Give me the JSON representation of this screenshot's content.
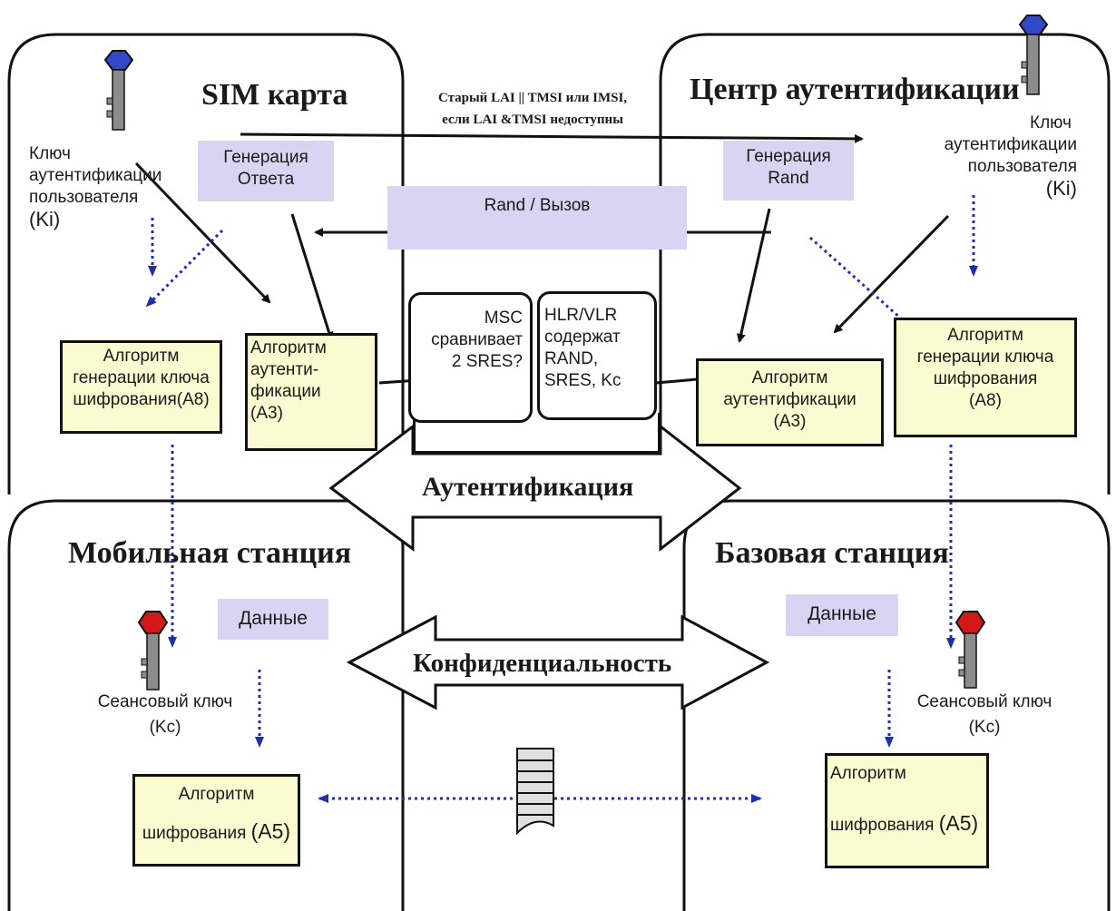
{
  "panes": {
    "sim": "SIM карта",
    "auth_center": "Центр аутентификации",
    "mobile": "Мобильная станция",
    "base": "Базовая станция"
  },
  "top_message": {
    "line1": "Старый LAI || TMSI или IMSI,",
    "line2": "если LAI &TMSI недоступны"
  },
  "sim": {
    "key_label_1": "Ключ",
    "key_label_2": "аутентификации",
    "key_label_3": "пользователя",
    "key_label_4": "(Ki)",
    "gen_response_1": "Генерация",
    "gen_response_2": "Ответа",
    "a8_1": "Алгоритм",
    "a8_2": "генерации ключа",
    "a8_3": "шифрования(A8)",
    "a3_1": "Алгоритм",
    "a3_2": "аутенти-",
    "a3_3": "фикации",
    "a3_4": "(A3)"
  },
  "center": {
    "rand_call": "Rand / Вызов",
    "msc_1": "MSC",
    "msc_2": "сравнивает",
    "msc_3": "2 SRES?",
    "hlr_1": "HLR/VLR",
    "hlr_2": "содержат",
    "hlr_3": "RAND,",
    "hlr_4": "SRES, Kc",
    "authentication": "Аутентификация",
    "confidentiality": "Конфиденциальность"
  },
  "auth_center": {
    "key_label_1": "Ключ",
    "key_label_2": "аутентификации",
    "key_label_3": "пользователя",
    "key_label_4": "(Ki)",
    "gen_rand_1": "Генерация",
    "gen_rand_2": "Rand",
    "a3_1": "Алгоритм",
    "a3_2": "аутентификации",
    "a3_3": "(A3)",
    "a8_1": "Алгоритм",
    "a8_2": "генерации ключа",
    "a8_3": "шифрования",
    "a8_4": "(A8)"
  },
  "mobile": {
    "data": "Данные",
    "session_key_1": "Сеансовый ключ",
    "session_key_2": "(Kc)",
    "a5_1": "Алгоритм",
    "a5_2": "шифрования",
    "a5_3": "(A5)"
  },
  "base": {
    "data": "Данные",
    "session_key_1": "Сеансовый ключ",
    "session_key_2": "(Kc)",
    "a5_1": "Алгоритм",
    "a5_2": "шифрования",
    "a5_3": "(A5)"
  },
  "colors": {
    "lilac_box": "#d8d4f2",
    "cream_box": "#fbfbd2",
    "dotted_arrow": "#1f2fa8",
    "key_blue": "#3347c9",
    "key_red": "#d41818"
  }
}
